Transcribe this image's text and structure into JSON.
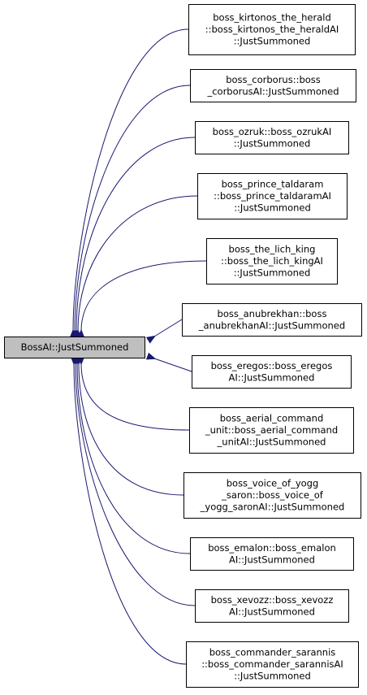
{
  "colors": {
    "edge": "#191970",
    "node_border": "#000000",
    "root_fill": "#bfbfbf",
    "node_fill": "#ffffff"
  },
  "root": {
    "name": "root-node",
    "lines": [
      "BossAI::JustSummoned"
    ]
  },
  "callers": [
    {
      "name": "caller-kirtonos",
      "lines": [
        "boss_kirtonos_the_herald",
        "::boss_kirtonos_the_heraldAI",
        "::JustSummoned"
      ]
    },
    {
      "name": "caller-corborus",
      "lines": [
        "boss_corborus::boss",
        "_corborusAI::JustSummoned"
      ]
    },
    {
      "name": "caller-ozruk",
      "lines": [
        "boss_ozruk::boss_ozrukAI",
        "::JustSummoned"
      ]
    },
    {
      "name": "caller-prince-taldaram",
      "lines": [
        "boss_prince_taldaram",
        "::boss_prince_taldaramAI",
        "::JustSummoned"
      ]
    },
    {
      "name": "caller-lich-king",
      "lines": [
        "boss_the_lich_king",
        "::boss_the_lich_kingAI",
        "::JustSummoned"
      ]
    },
    {
      "name": "caller-anubrekhan",
      "lines": [
        "boss_anubrekhan::boss",
        "_anubrekhanAI::JustSummoned"
      ]
    },
    {
      "name": "caller-eregos",
      "lines": [
        "boss_eregos::boss_eregos",
        "AI::JustSummoned"
      ]
    },
    {
      "name": "caller-aerial-command-unit",
      "lines": [
        "boss_aerial_command",
        "_unit::boss_aerial_command",
        "_unitAI::JustSummoned"
      ]
    },
    {
      "name": "caller-voice-of-yogg-saron",
      "lines": [
        "boss_voice_of_yogg",
        "_saron::boss_voice_of",
        "_yogg_saronAI::JustSummoned"
      ]
    },
    {
      "name": "caller-emalon",
      "lines": [
        "boss_emalon::boss_emalon",
        "AI::JustSummoned"
      ]
    },
    {
      "name": "caller-xevozz",
      "lines": [
        "boss_xevozz::boss_xevozz",
        "AI::JustSummoned"
      ]
    },
    {
      "name": "caller-commander-sarannis",
      "lines": [
        "boss_commander_sarannis",
        "::boss_commander_sarannisAI",
        "::JustSummoned"
      ]
    }
  ]
}
